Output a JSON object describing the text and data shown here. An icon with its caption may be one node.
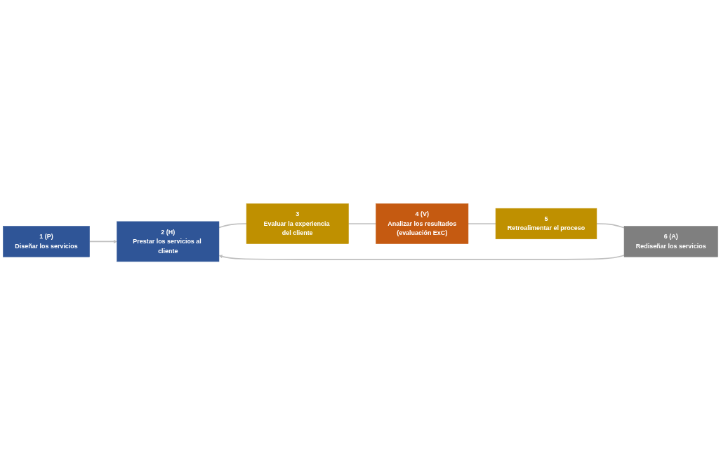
{
  "diagram": {
    "nodes": [
      {
        "text": [
          "1 (P)",
          "Diseñar los servicios"
        ]
      },
      {
        "text": [
          "2 (H)",
          "Prestar los servicios al cliente"
        ]
      },
      {
        "text": [
          "3",
          "Evaluar la experiencia del cliente"
        ]
      },
      {
        "text": [
          "4 (V)",
          "Analizar los resultados",
          "(evaluación ExC)"
        ]
      },
      {
        "text": [
          "5",
          "Retroalimentar el proceso"
        ]
      },
      {
        "text": [
          "6 (A)",
          "Rediseñar los servicios"
        ]
      }
    ],
    "edges": [
      {
        "from": 0,
        "to": 1,
        "arrow": "to"
      },
      {
        "from": 1,
        "to": 2,
        "arrow": "none"
      },
      {
        "from": 2,
        "to": 3,
        "arrow": "none"
      },
      {
        "from": 3,
        "to": 4,
        "arrow": "none"
      },
      {
        "from": 4,
        "to": 5,
        "arrow": "none"
      },
      {
        "from": 5,
        "to": 1,
        "arrow": "to"
      }
    ]
  }
}
